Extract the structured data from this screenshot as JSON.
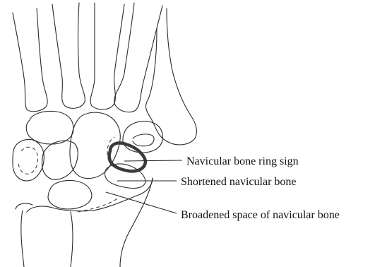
{
  "labels": {
    "ring_sign": "Navicular bone ring sign",
    "shortened": "Shortened navicular bone",
    "broadened": "Broadened space of navicular bone"
  }
}
